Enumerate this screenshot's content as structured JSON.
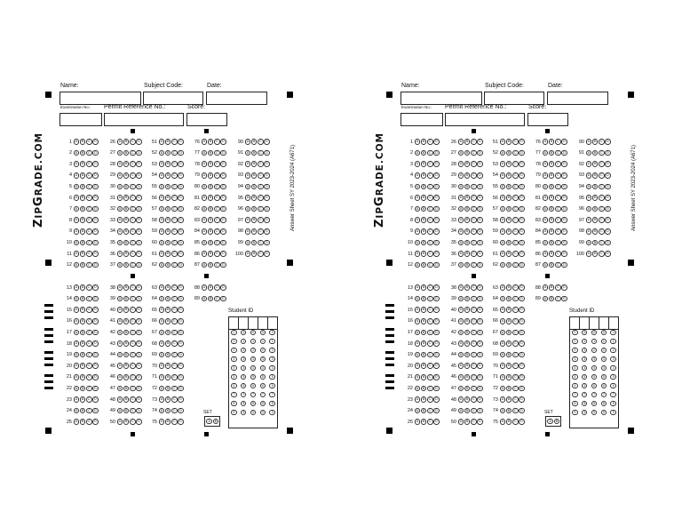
{
  "sheets": [
    {
      "name_label": "Name:",
      "subject_label": "Subject Code:",
      "date_label": "Date:",
      "exam_label": "Examination No.:",
      "permit_label": "Permit Reference No.:",
      "score_label": "Score:",
      "brand": "ZipGrade.com",
      "sheet_id": "Answer Sheet SY 2023-2024  (A671)",
      "student_id_label": "Student ID",
      "set_label": "SET",
      "set_options": [
        "A",
        "B"
      ]
    },
    {
      "name_label": "Name:",
      "subject_label": "Subject Code:",
      "date_label": "Date:",
      "exam_label": "Examination No.:",
      "permit_label": "Permit Reference No.:",
      "score_label": "Score:",
      "brand": "ZipGrade.com",
      "sheet_id": "Answer Sheet SY 2023-2024  (A671)",
      "student_id_label": "Student ID",
      "set_label": "SET",
      "set_options": [
        "A",
        "B"
      ]
    }
  ],
  "choices": [
    "A",
    "B",
    "C",
    "D"
  ],
  "question_count": 100,
  "digits": [
    "0",
    "1",
    "2",
    "3",
    "4",
    "5",
    "6",
    "7",
    "8",
    "9"
  ]
}
